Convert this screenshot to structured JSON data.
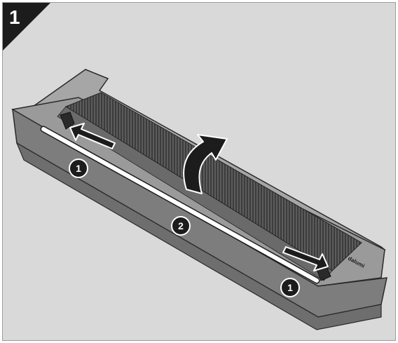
{
  "step": {
    "number": "1"
  },
  "callouts": [
    {
      "id": "lock-left",
      "label": "1"
    },
    {
      "id": "lid-open",
      "label": "2"
    },
    {
      "id": "lock-right",
      "label": "1"
    }
  ],
  "device": {
    "brand": "dalumi",
    "icon": "grill-plate-icon",
    "colors": {
      "body": "#8a8a8a",
      "plate": "#555555",
      "ribs": "#3e3e3e",
      "rod": "#ffffff",
      "arrow": "#1c1c1c"
    }
  }
}
